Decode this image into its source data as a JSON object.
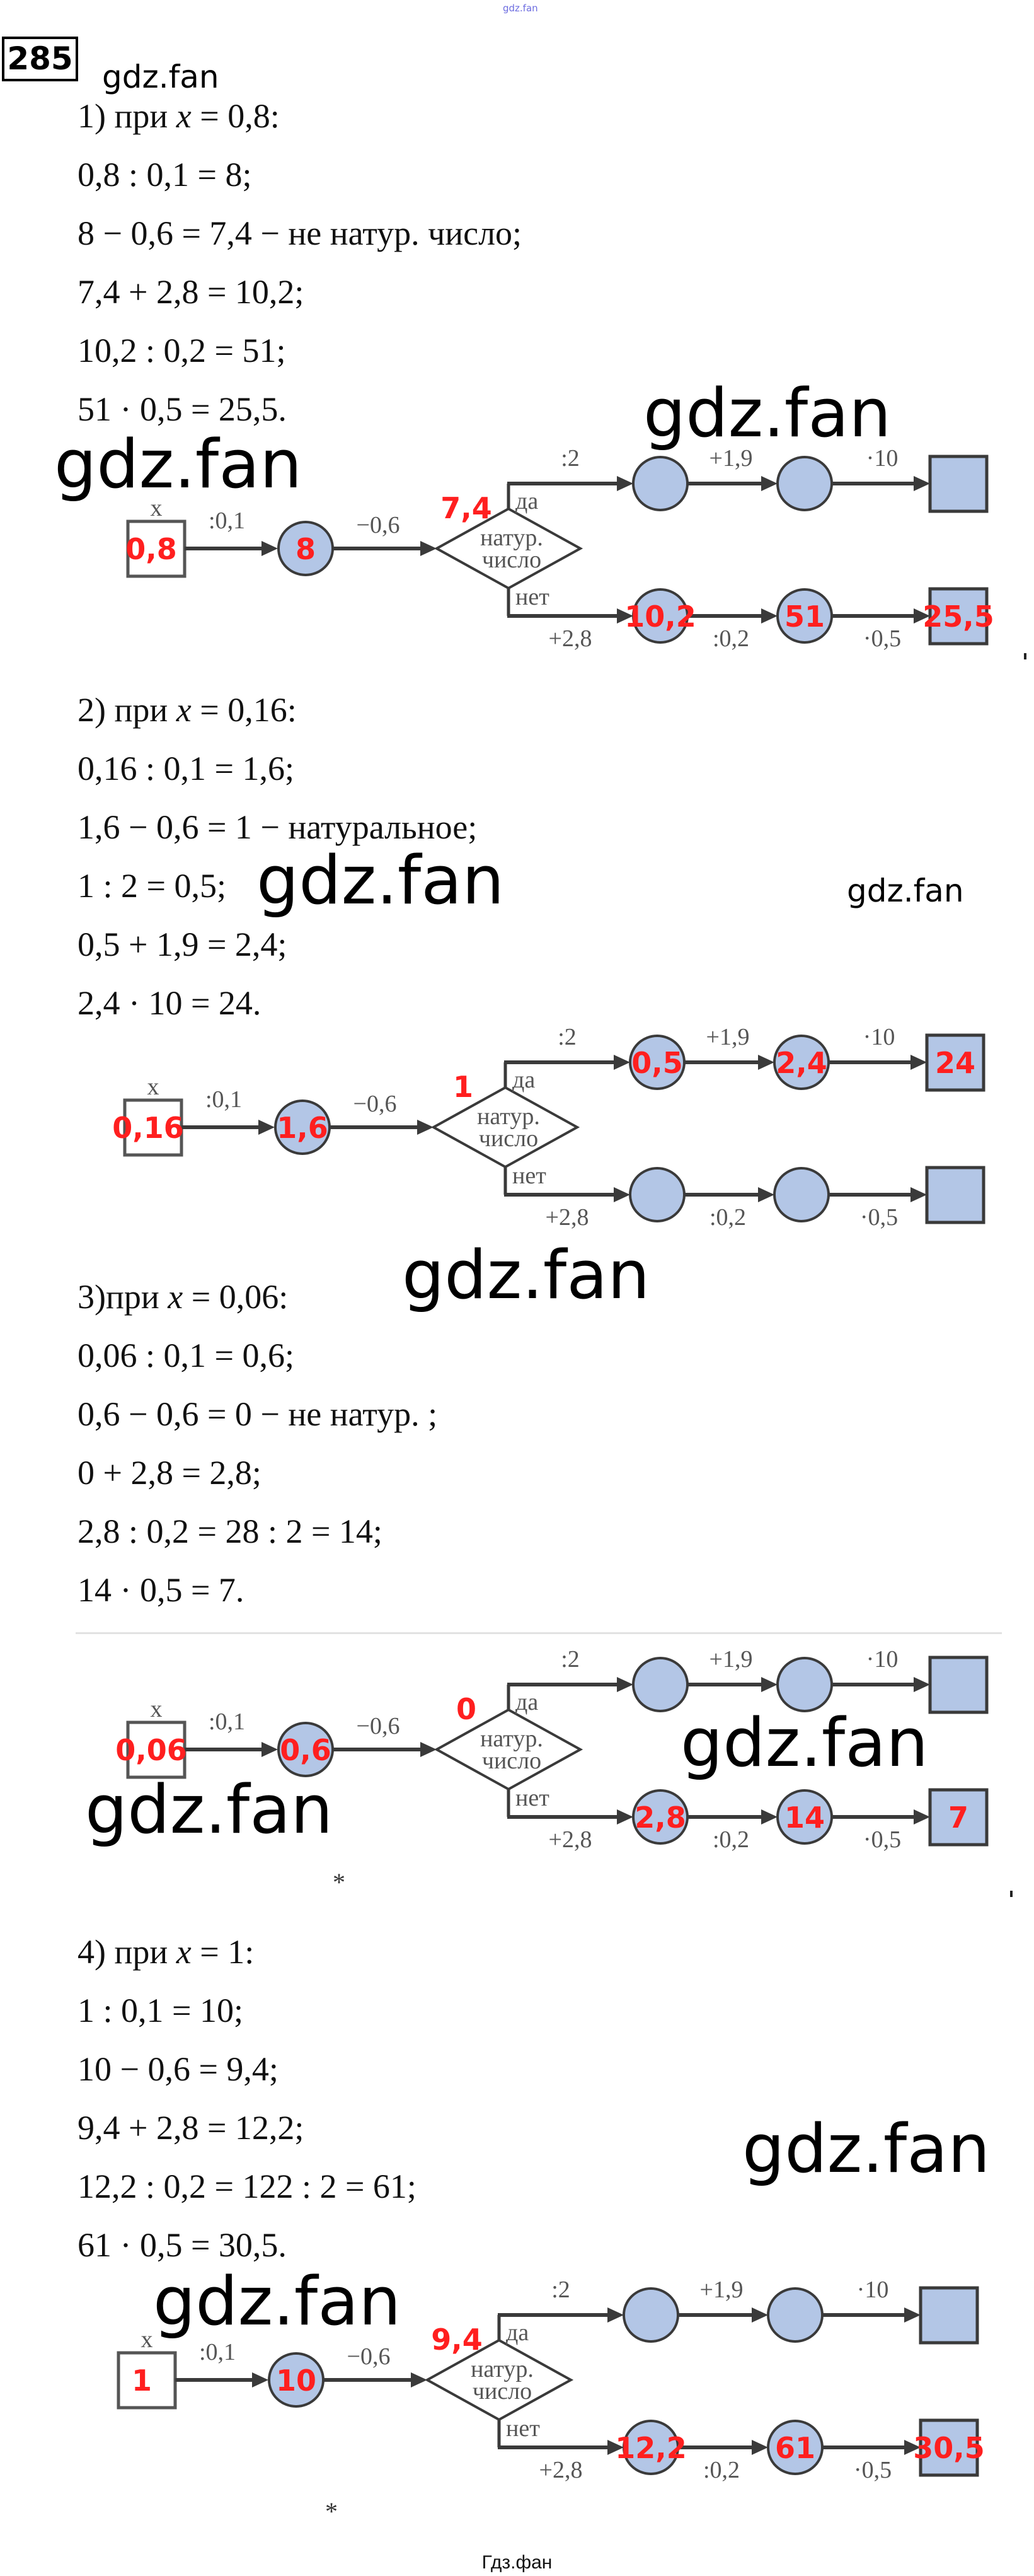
{
  "top_watermark": "gdz.fan",
  "task_number": "285",
  "watermark_text": "gdz.fan",
  "footer": "Гдз.фан",
  "star": "*",
  "colors": {
    "node_fill": "#b3c6e6",
    "stroke": "#3a3a3a",
    "value": "#ff1f1f"
  },
  "diagram_labels": {
    "x": "x",
    "div01": ":0,1",
    "minus06": "−0,6",
    "natur": "натур.",
    "chislo": "число",
    "yes": "да",
    "no": "нет",
    "div2": ":2",
    "plus19": "+1,9",
    "mul10": "·10",
    "plus28": "+2,8",
    "div02": ":0,2",
    "mul05": "·0,5"
  },
  "sections": [
    {
      "header": {
        "pre": "1) при ",
        "var": "x",
        "post": " = 0,8:"
      },
      "lines": [
        "0,8 : 0,1 = 8;",
        "8 − 0,6 = 7,4 − не натур. число;",
        "7,4 + 2,8 = 10,2;",
        "10,2 : 0,2 = 51;",
        "51 · 0,5 = 25,5."
      ],
      "diagram": {
        "input": "0,8",
        "step1": "8",
        "check": "7,4",
        "yes": [
          "",
          "",
          ""
        ],
        "no": [
          "10,2",
          "51",
          "25,5"
        ]
      }
    },
    {
      "header": {
        "pre": "2) при ",
        "var": "x",
        "post": " = 0,16:"
      },
      "lines": [
        "0,16 : 0,1 = 1,6;",
        "1,6 − 0,6 = 1 − натуральное;",
        "1 : 2 = 0,5;",
        "0,5 + 1,9 = 2,4;",
        "2,4 · 10 = 24."
      ],
      "diagram": {
        "input": "0,16",
        "step1": "1,6",
        "check": "1",
        "yes": [
          "0,5",
          "2,4",
          "24"
        ],
        "no": [
          "",
          "",
          ""
        ]
      }
    },
    {
      "header": {
        "pre": "3)при ",
        "var": "x",
        "post": " = 0,06:"
      },
      "lines": [
        "0,06 : 0,1 = 0,6;",
        "0,6 − 0,6 = 0 − не натур. ;",
        "0 + 2,8 = 2,8;",
        "2,8 : 0,2 = 28 : 2 = 14;",
        "14 · 0,5 = 7."
      ],
      "diagram": {
        "input": "0,06",
        "step1": "0,6",
        "check": "0",
        "yes": [
          "",
          "",
          ""
        ],
        "no": [
          "2,8",
          "14",
          "7"
        ]
      }
    },
    {
      "header": {
        "pre": "4) при ",
        "var": "x",
        "post": " = 1:"
      },
      "lines": [
        "1 : 0,1 = 10;",
        "10 − 0,6 = 9,4;",
        "9,4 + 2,8 = 12,2;",
        "12,2 : 0,2 = 122 : 2 = 61;",
        "61 · 0,5 = 30,5."
      ],
      "diagram": {
        "input": "1",
        "step1": "10",
        "check": "9,4",
        "yes": [
          "",
          "",
          ""
        ],
        "no": [
          "12,2",
          "61",
          "30,5"
        ]
      }
    }
  ]
}
